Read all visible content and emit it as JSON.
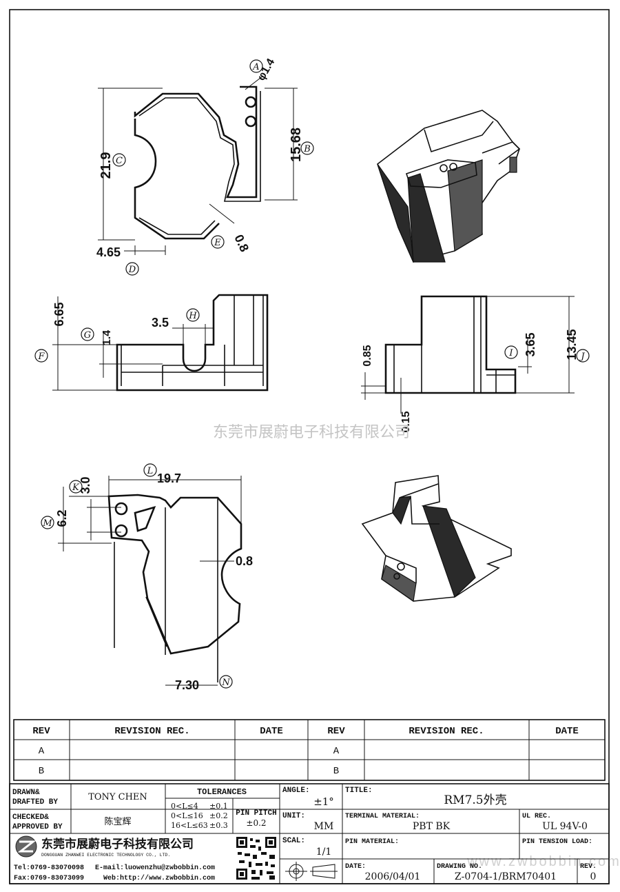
{
  "watermark": "东莞市展蔚电子科技有限公司",
  "watermark_url": "www.zwbobbin.com",
  "dims": {
    "d_a": "φ1.4",
    "d_b": "15.68",
    "d_c": "21.9",
    "d_d": "4.65",
    "d_e": "0.8",
    "d_f": "6.65",
    "d_g": "1.4",
    "d_h": "3.5",
    "d_i": "3.65",
    "d_j": "13.45",
    "d_085": "0.85",
    "d_015": "0.15",
    "d_k": "3.0",
    "d_l": "19.7",
    "d_m": "6.2",
    "d_08b": "0.8",
    "d_n": "7.30"
  },
  "bubbles": [
    "A",
    "B",
    "C",
    "D",
    "E",
    "F",
    "G",
    "H",
    "I",
    "J",
    "K",
    "L",
    "M",
    "N"
  ],
  "revision_table": {
    "headers": [
      "REV",
      "REVISION REC.",
      "DATE",
      "REV",
      "REVISION REC.",
      "DATE"
    ],
    "rows": [
      [
        "A",
        "B"
      ],
      [
        "A",
        "B"
      ]
    ]
  },
  "title_block": {
    "drawn_label": "DRAWN&\nDRAFTED BY",
    "drawn_line1": "DRAWN&",
    "drawn_line2": "DRAFTED BY",
    "drawn_by": "TONY CHEN",
    "checked_line1": "CHECKED&",
    "checked_line2": "APPROVED BY",
    "approved_by": "陈宝辉",
    "tolerances_label": "TOLERANCES",
    "tol_rows": [
      {
        "range": "0<L≤4",
        "tol": "±0.1"
      },
      {
        "range": "0<L≤16",
        "tol": "±0.2"
      },
      {
        "range": "16<L≤63",
        "tol": "±0.3"
      }
    ],
    "pin_pitch_label1": "PIN PITCH",
    "pin_pitch_value": "±0.2",
    "angle_label": "ANGLE:",
    "angle_value": "±1°",
    "unit_label": "UNIT:",
    "unit_value": "MM",
    "scale_label": "SCAL:",
    "scale_value": "1/1",
    "title_label": "TITLE:",
    "title_value": "RM7.5外壳",
    "terminal_label": "TERMINAL MATERIAL:",
    "terminal_value": "PBT BK",
    "ul_label": "UL REC.",
    "ul_value": "UL 94V-0",
    "pin_mat_label": "PIN MATERIAL:",
    "pin_tension_label": "PIN TENSION LOAD:",
    "date_label": "DATE:",
    "date_value": "2006/04/01",
    "drawing_label": "DRAWING NO.",
    "drawing_value": "Z-0704-1/BRM70401",
    "rev_label": "REV.",
    "rev_value": "0",
    "company_cn": "东莞市展蔚电子科技有限公司",
    "company_en": "DONGGUAN ZHANWEI ELECTRONIC TECHNOLOGY CO., LTD.",
    "tel": "Tel:0769-83070098",
    "email": "E-mail:luowenzhu@zwbobbin.com",
    "fax": "Fax:0769-83073099",
    "web": "Web:http://www.zwbobbin.com"
  }
}
